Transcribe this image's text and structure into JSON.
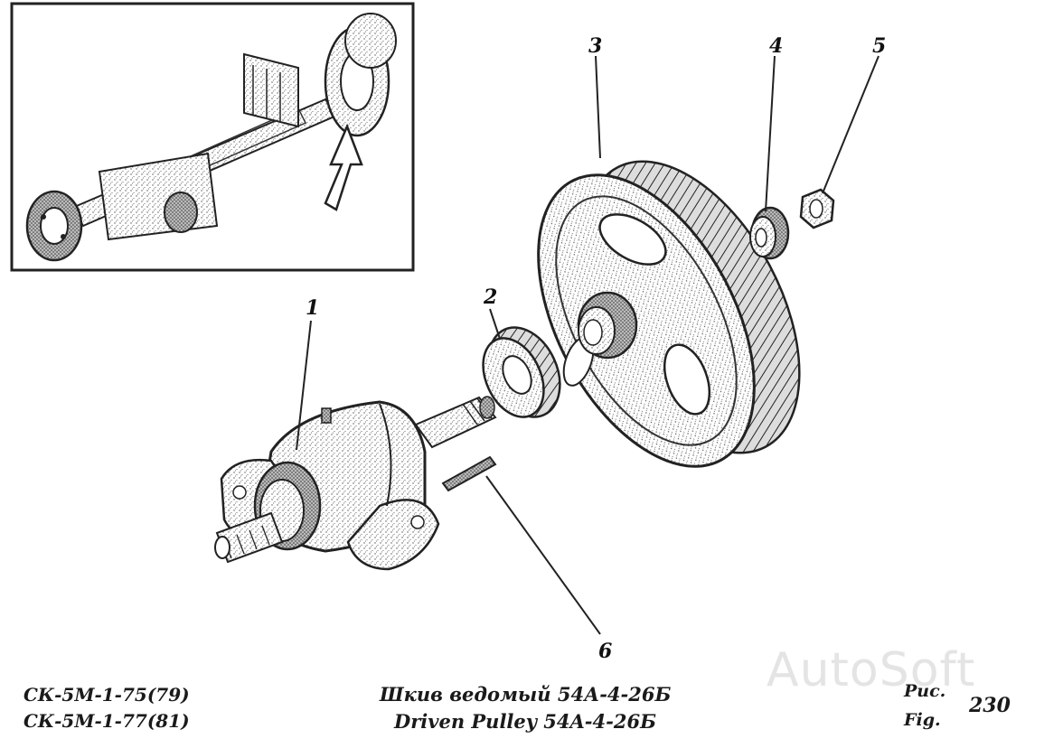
{
  "callouts": [
    "1",
    "2",
    "3",
    "4",
    "5",
    "6"
  ],
  "footer": {
    "models": [
      "СК-5М-1-75(79)",
      "СК-5М-1-77(81)"
    ],
    "title_ru": "Шкив ведомый 54А-4-26Б",
    "title_en": "Driven Pulley 54A-4-26Б",
    "ref_ru": "Рис.",
    "ref_en": "Fig.",
    "figure_number": "230"
  },
  "watermark": "AutoSoft"
}
